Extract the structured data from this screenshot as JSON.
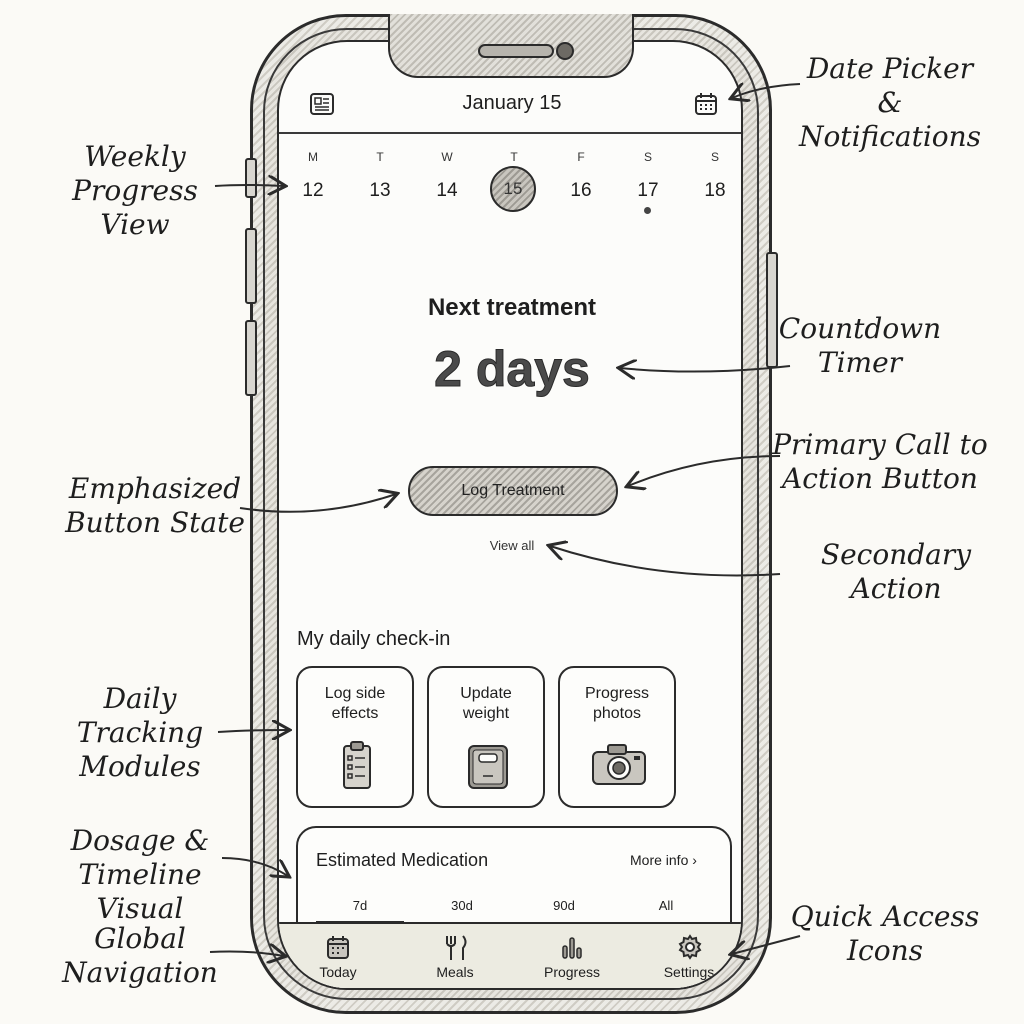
{
  "header": {
    "title": "January 15"
  },
  "week": {
    "days": [
      {
        "letter": "M",
        "num": "12"
      },
      {
        "letter": "T",
        "num": "13"
      },
      {
        "letter": "W",
        "num": "14"
      },
      {
        "letter": "T",
        "num": "15"
      },
      {
        "letter": "F",
        "num": "16"
      },
      {
        "letter": "S",
        "num": "17"
      },
      {
        "letter": "S",
        "num": "18"
      }
    ]
  },
  "treatment": {
    "title": "Next treatment",
    "countdown": "2 days",
    "log_button": "Log Treatment",
    "view_all": "View all"
  },
  "checkin": {
    "title": "My daily check-in",
    "cards": [
      {
        "label": "Log side effects",
        "icon": "clipboard-icon"
      },
      {
        "label": "Update weight",
        "icon": "scale-icon"
      },
      {
        "label": "Progress photos",
        "icon": "camera-icon"
      }
    ]
  },
  "medication": {
    "title": "Estimated Medication",
    "more_info": "More info",
    "ranges": [
      "7d",
      "30d",
      "90d",
      "All"
    ],
    "active_range": "7d"
  },
  "nav": {
    "items": [
      {
        "label": "Today",
        "icon": "calendar-icon"
      },
      {
        "label": "Meals",
        "icon": "utensils-icon"
      },
      {
        "label": "Progress",
        "icon": "bar-chart-icon"
      },
      {
        "label": "Settings",
        "icon": "gear-icon"
      }
    ]
  },
  "annotations": {
    "date_picker": "Date Picker & Notifications",
    "weekly": "Weekly Progress View",
    "countdown": "Countdown Timer",
    "primary_cta": "Primary Call to Action Button",
    "emphasized": "Emphasized Button State",
    "secondary": "Secondary Action",
    "daily": "Daily Tracking Modules",
    "dosage": "Dosage & Timeline Visual",
    "global_nav": "Global Navigation",
    "quick_access": "Quick Access Icons"
  }
}
